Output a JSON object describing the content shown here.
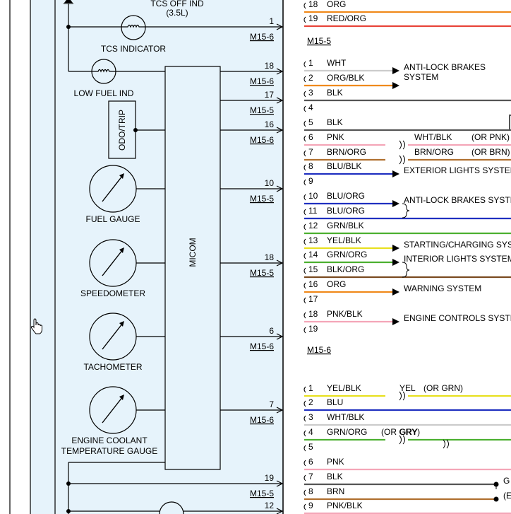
{
  "colors": {
    "panel_fill": "#e6f3fb",
    "line": "#000000",
    "link": "#1a1aa0"
  },
  "cluster": {
    "tcs_off_label": "TCS OFF IND",
    "tcs_off_variant": "(3.5L)",
    "tcs_indicator": "TCS INDICATOR",
    "low_fuel": "LOW FUEL IND",
    "odo_trip": "ODO/TRIP",
    "fuel_gauge": "FUEL GAUGE",
    "speedometer": "SPEEDOMETER",
    "tachometer": "TACHOMETER",
    "coolant_line1": "ENGINE COOLANT",
    "coolant_line2": "TEMPERATURE GAUGE",
    "micom": "MICOM"
  },
  "outputs": [
    {
      "pin": "1",
      "conn": "M15-6"
    },
    {
      "pin": "18",
      "conn": "M15-6"
    },
    {
      "pin": "17",
      "conn": "M15-5"
    },
    {
      "pin": "16",
      "conn": "M15-6"
    },
    {
      "pin": "10",
      "conn": "M15-5"
    },
    {
      "pin": "18",
      "conn": "M15-5"
    },
    {
      "pin": "6",
      "conn": "M15-6"
    },
    {
      "pin": "7",
      "conn": "M15-6"
    },
    {
      "pin": "19",
      "conn": "M15-5"
    },
    {
      "pin": "12",
      "conn": ""
    }
  ],
  "connectors": {
    "top_end": "M15-5",
    "mid_end": "M15-6"
  },
  "wires": [
    {
      "pin": "18",
      "color": "ORG",
      "stroke": "#f08a1c"
    },
    {
      "pin": "19",
      "color": "RED/ORG",
      "stroke": "#e8443a"
    },
    {
      "pin": "1",
      "color": "WHT",
      "stroke": "#cccccc",
      "target": "ANTI-LOCK BRAKES",
      "target2": "SYSTEM"
    },
    {
      "pin": "2",
      "color": "ORG/BLK",
      "stroke": "#f08a1c"
    },
    {
      "pin": "3",
      "color": "BLK",
      "stroke": "#555555"
    },
    {
      "pin": "4",
      "color": ""
    },
    {
      "pin": "5",
      "color": "BLK",
      "stroke": "#555555"
    },
    {
      "pin": "6",
      "color": "PNK",
      "stroke": "#f4a6b8",
      "splice_color": "WHT/BLK",
      "alt": "(OR PNK)"
    },
    {
      "pin": "7",
      "color": "BRN/ORG",
      "stroke": "#b07030",
      "splice_color": "BRN/ORG",
      "alt": "(OR BRN)"
    },
    {
      "pin": "8",
      "color": "BLU/BLK",
      "stroke": "#2030c0",
      "target": "EXTERIOR LIGHTS SYSTEM"
    },
    {
      "pin": "9",
      "color": ""
    },
    {
      "pin": "10",
      "color": "BLU/ORG",
      "stroke": "#2030c0",
      "target": "ANTI-LOCK BRAKES SYSTEM"
    },
    {
      "pin": "11",
      "color": "BLU/ORG",
      "stroke": "#2030c0"
    },
    {
      "pin": "12",
      "color": "GRN/BLK",
      "stroke": "#4cb030"
    },
    {
      "pin": "13",
      "color": "YEL/BLK",
      "stroke": "#e8e020",
      "target": "STARTING/CHARGING SYSTEM"
    },
    {
      "pin": "14",
      "color": "GRN/ORG",
      "stroke": "#4cb030",
      "target": "INTERIOR LIGHTS SYSTEM"
    },
    {
      "pin": "15",
      "color": "BLK/ORG",
      "stroke": "#7a4a20"
    },
    {
      "pin": "16",
      "color": "ORG",
      "stroke": "#f08a1c",
      "target": "WARNING SYSTEM"
    },
    {
      "pin": "17",
      "color": ""
    },
    {
      "pin": "18",
      "color": "PNK/BLK",
      "stroke": "#f4a6b8",
      "target": "ENGINE CONTROLS SYSTEM"
    },
    {
      "pin": "19",
      "color": ""
    },
    {
      "pin": "1",
      "color": "YEL/BLK",
      "stroke": "#e8e020",
      "splice_color": "YEL",
      "alt": "(OR GRN)"
    },
    {
      "pin": "2",
      "color": "BLU",
      "stroke": "#2030c0"
    },
    {
      "pin": "3",
      "color": "WHT/BLK",
      "stroke": "#cccccc"
    },
    {
      "pin": "4",
      "color": "GRN/ORG",
      "stroke": "#4cb030",
      "alt": "(OR GRY)",
      "splice_color": "GRY"
    },
    {
      "pin": "5",
      "color": ""
    },
    {
      "pin": "6",
      "color": "PNK",
      "stroke": "#f4a6b8"
    },
    {
      "pin": "7",
      "color": "BLK",
      "stroke": "#555555",
      "partial": "G"
    },
    {
      "pin": "8",
      "color": "BRN",
      "stroke": "#b07030",
      "partial": "(E"
    },
    {
      "pin": "9",
      "color": "PNK/BLK",
      "stroke": "#f4a6b8"
    }
  ]
}
